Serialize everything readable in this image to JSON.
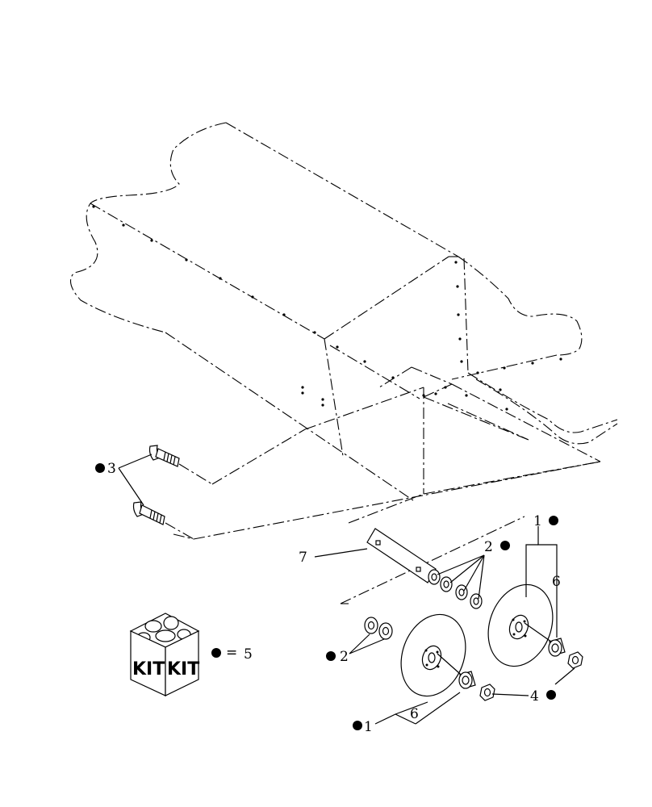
{
  "callouts": {
    "c1_top": "1",
    "c1_bottom": "1",
    "c2_top": "2",
    "c2_left": "2",
    "c3": "3",
    "c4": "4",
    "c5_eq": "=",
    "c5": "5",
    "c6_top": "6",
    "c6_bottom": "6",
    "c7": "7"
  },
  "kit": {
    "label_left": "KIT",
    "label_right": "KIT"
  },
  "colors": {
    "ink": "#000000",
    "paper": "#ffffff"
  }
}
